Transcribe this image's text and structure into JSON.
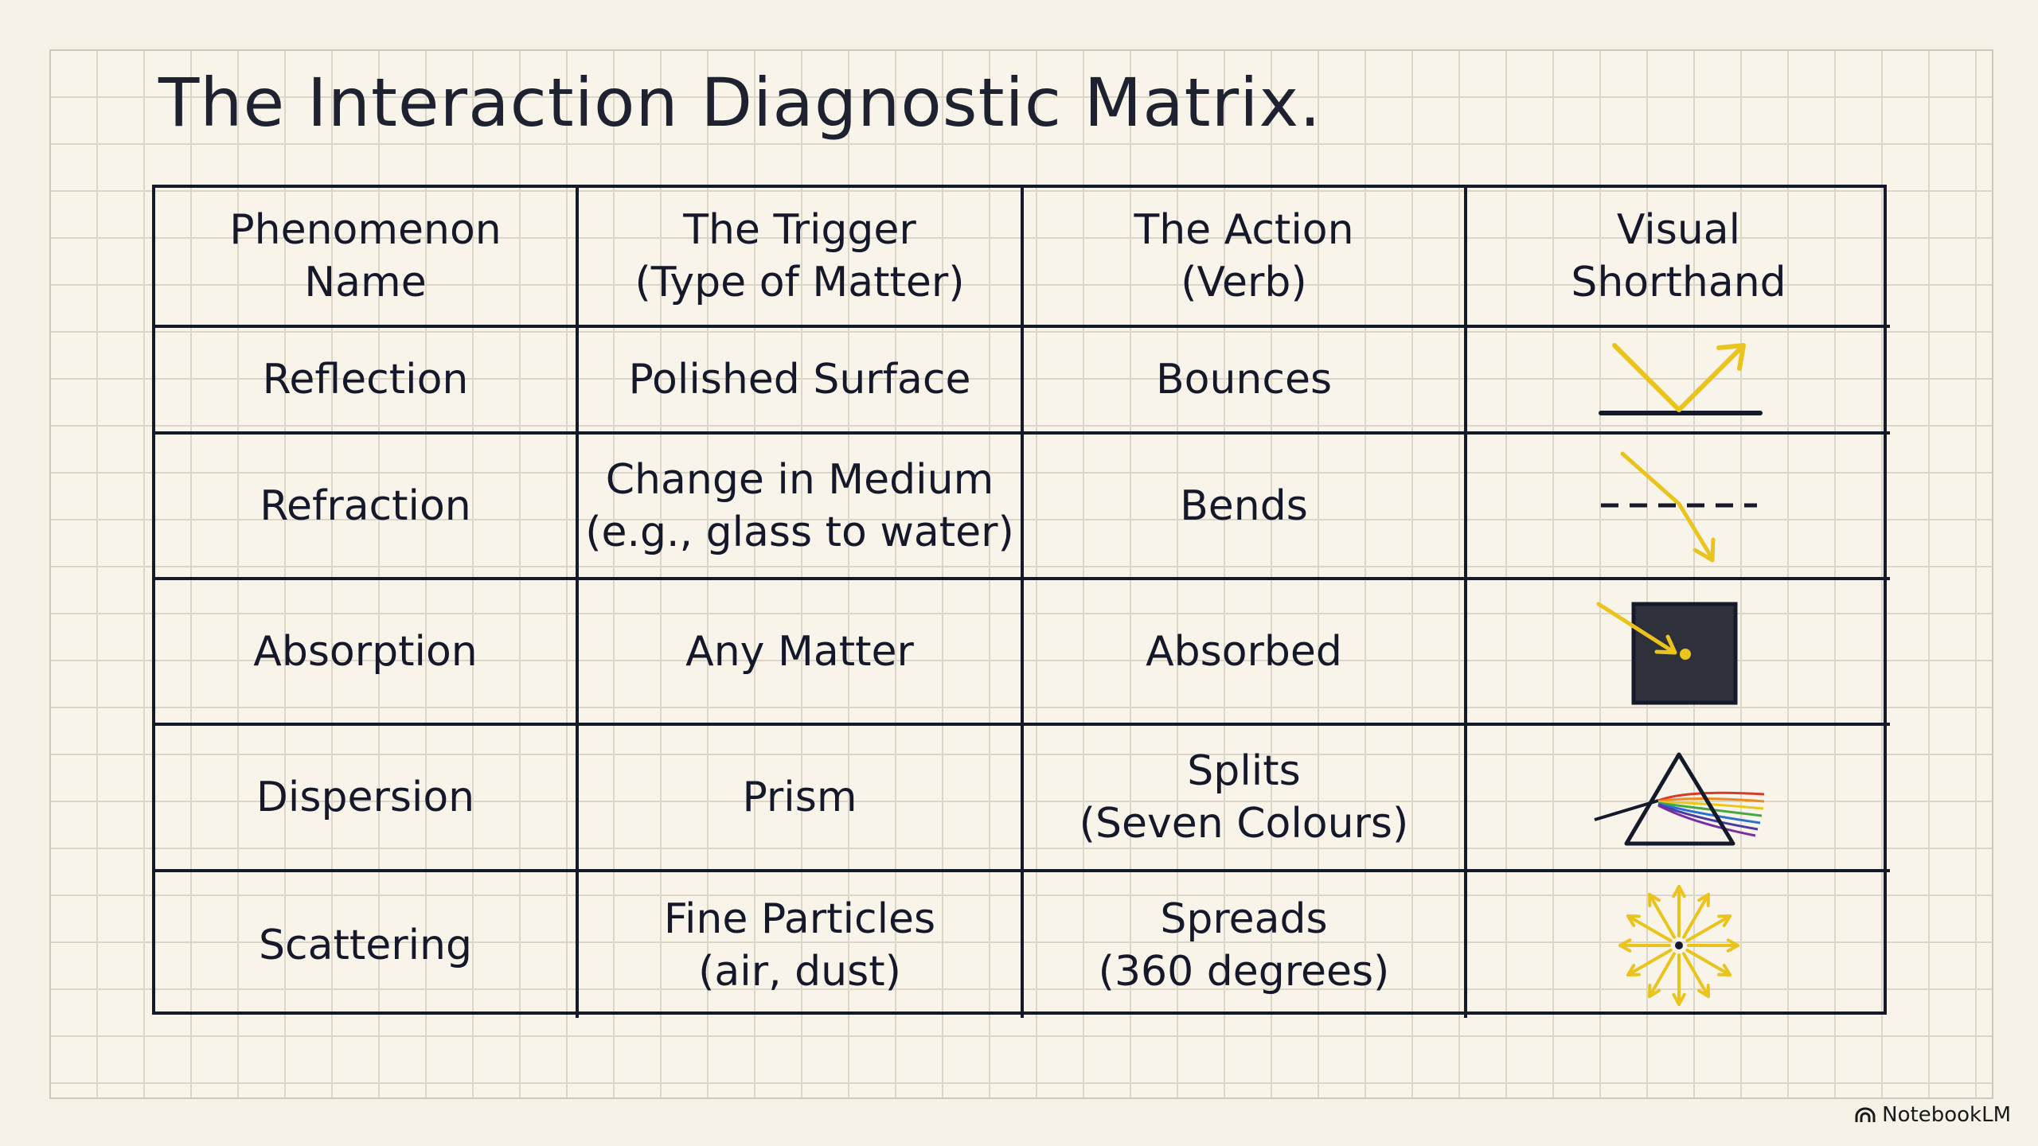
{
  "title": "The Interaction Diagnostic Matrix.",
  "table": {
    "headers": [
      "Phenomenon\nName",
      "The Trigger\n(Type of Matter)",
      "The Action\n(Verb)",
      "Visual\nShorthand"
    ],
    "rows": [
      {
        "name": "Reflection",
        "trigger": "Polished Surface",
        "action": "Bounces",
        "icon": "reflection-icon"
      },
      {
        "name": "Refraction",
        "trigger": "Change in Medium\n(e.g., glass to water)",
        "action": "Bends",
        "icon": "refraction-icon"
      },
      {
        "name": "Absorption",
        "trigger": "Any Matter",
        "action": "Absorbed",
        "icon": "absorption-icon"
      },
      {
        "name": "Dispersion",
        "trigger": "Prism",
        "action": "Splits\n(Seven Colours)",
        "icon": "prism-dispersion-icon"
      },
      {
        "name": "Scattering",
        "trigger": "Fine Particles\n(air, dust)",
        "action": "Spreads\n(360 degrees)",
        "icon": "scattering-icon"
      }
    ]
  },
  "colors": {
    "ink": "#151a2b",
    "accent": "#eac41c",
    "paper": "#f8f4e9"
  },
  "brand": "NotebookLM"
}
